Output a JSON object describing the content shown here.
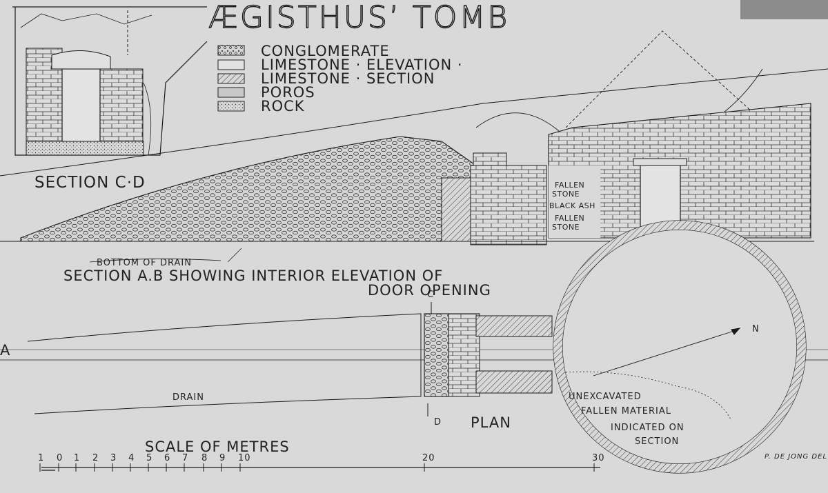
{
  "title": "ÆGISTHUS’ TOMB",
  "legend": [
    {
      "label": "CONGLOMERATE",
      "pattern": "conglomerate"
    },
    {
      "label": "LIMESTONE · ELEVATION ·",
      "pattern": "limestone-elevation"
    },
    {
      "label": "LIMESTONE · SECTION",
      "pattern": "limestone-section"
    },
    {
      "label": "POROS",
      "pattern": "poros"
    },
    {
      "label": "ROCK",
      "pattern": "rock"
    }
  ],
  "section_cd": {
    "title": "SECTION C·D"
  },
  "section_ab": {
    "title": "SECTION A.B SHOWING INTERIOR ELEVATION OF",
    "bottom_of_drain": "BOTTOM OF DRAIN",
    "fallen_stone_1": [
      "FALLEN",
      "STONE"
    ],
    "black_ash": "BLACK ASH",
    "fallen_stone_2": [
      "FALLEN",
      "STONE"
    ]
  },
  "plan": {
    "door_opening": "DOOR OPENING",
    "door_marker_c": "C",
    "door_marker_d": "D",
    "title": "PLAN",
    "a_marker": "A",
    "north": "N",
    "drain": "DRAIN",
    "unexcavated_note": [
      "UNEXCAVATED",
      "FALLEN MATERIAL",
      "INDICATED ON",
      "SECTION"
    ]
  },
  "scale": {
    "title": "SCALE OF METRES",
    "ticks": [
      "1",
      "0",
      "1",
      "2",
      "3",
      "4",
      "5",
      "6",
      "7",
      "8",
      "9",
      "10",
      "20",
      "30"
    ]
  },
  "signature": "P. DE JONG DEL",
  "colors": {
    "paper": "#d9d9d9",
    "ink": "#1a1a1a",
    "corner_patch": "#8c8c8c"
  }
}
